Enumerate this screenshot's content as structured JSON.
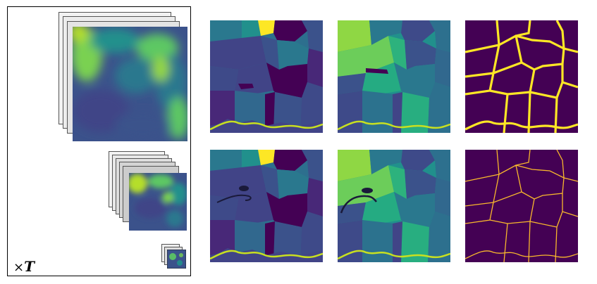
{
  "caption": {
    "multiplier": "×",
    "symbol": "T"
  },
  "colors": {
    "viridis_dark": "#440154",
    "viridis_indigo": "#3b528b",
    "viridis_teal": "#21908c",
    "viridis_green": "#5dc863",
    "viridis_yellow": "#fde725",
    "sheet_light": "#eeeeee",
    "sheet_mid": "#d5d5d5",
    "frame": "#000000"
  },
  "panels": [
    {
      "row": "top",
      "column": "labels",
      "style": "segments"
    },
    {
      "row": "top",
      "column": "labels-alt",
      "style": "segments-bright"
    },
    {
      "row": "top",
      "column": "boundaries",
      "style": "boundaries-thick"
    },
    {
      "row": "bottom",
      "column": "labels",
      "style": "segments"
    },
    {
      "row": "bottom",
      "column": "labels-alt",
      "style": "segments-bright"
    },
    {
      "row": "bottom",
      "column": "boundaries",
      "style": "boundaries-thin"
    }
  ]
}
